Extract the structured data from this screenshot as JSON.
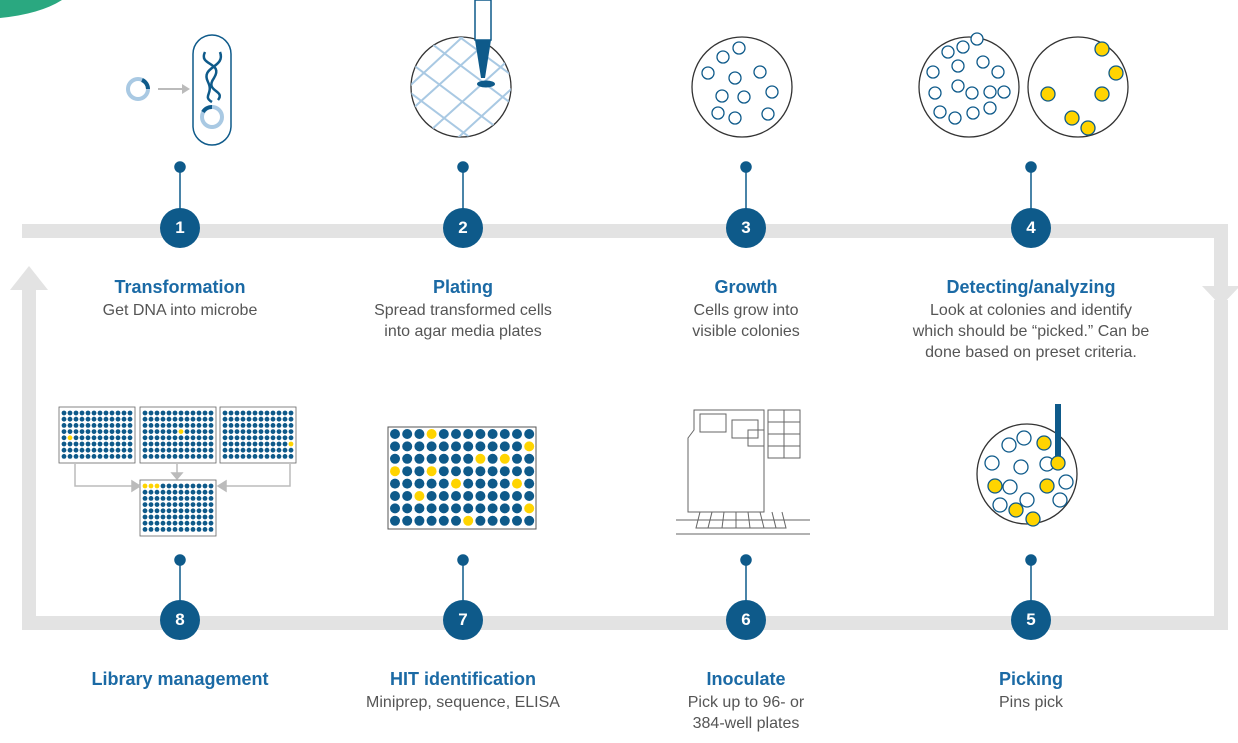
{
  "colors": {
    "primary": "#0e5a8a",
    "title": "#1b6aa5",
    "accent_yellow": "#ffd400",
    "light_blue": "#a9c9e3",
    "track_gray": "#e3e3e3",
    "corner_green": "#2aa880"
  },
  "steps": [
    {
      "number": "1",
      "title": "Transformation",
      "lines": [
        "Get DNA into microbe"
      ],
      "icon": "transformation-icon"
    },
    {
      "number": "2",
      "title": "Plating",
      "lines": [
        "Spread transformed cells",
        "into agar media plates"
      ],
      "icon": "plating-icon"
    },
    {
      "number": "3",
      "title": "Growth",
      "lines": [
        "Cells grow into",
        "visible colonies"
      ],
      "icon": "growth-icon"
    },
    {
      "number": "4",
      "title": "Detecting/analyzing",
      "lines": [
        "Look at colonies and identify",
        "which should be “picked.” Can be",
        "done based on preset criteria."
      ],
      "icon": "detecting-icon"
    },
    {
      "number": "5",
      "title": "Picking",
      "lines": [
        "Pins pick"
      ],
      "icon": "picking-icon"
    },
    {
      "number": "6",
      "title": "Inoculate",
      "lines": [
        "Pick up to 96- or",
        "384-well plates"
      ],
      "icon": "inoculate-icon"
    },
    {
      "number": "7",
      "title": "HIT identification",
      "lines": [
        "Miniprep, sequence, ELISA"
      ],
      "icon": "hit-plate-icon"
    },
    {
      "number": "8",
      "title": "Library management",
      "lines": [],
      "icon": "library-plates-icon"
    }
  ]
}
